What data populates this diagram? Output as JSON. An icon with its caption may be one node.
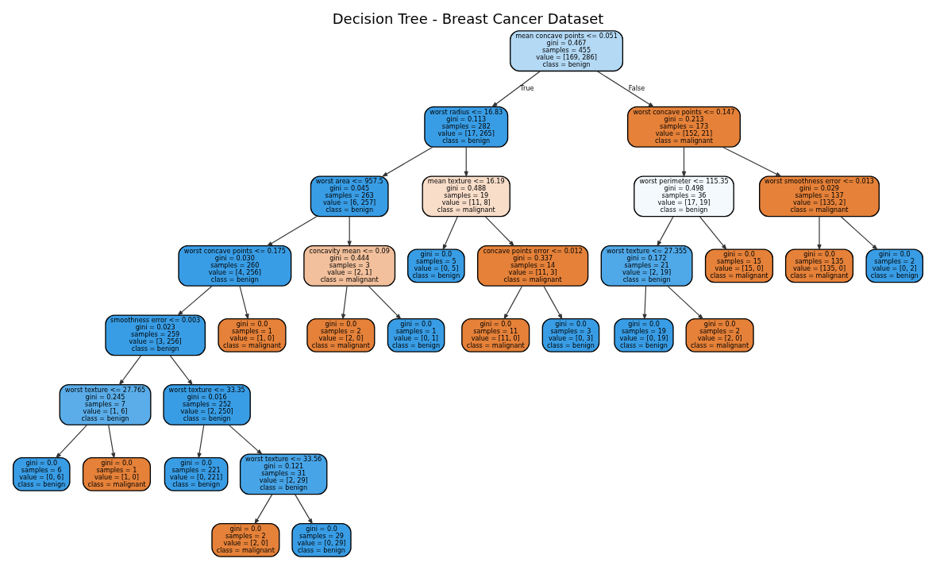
{
  "diagram": {
    "title": "Decision Tree - Breast Cancer Dataset",
    "nodes": [
      {
        "text": [
          "mean concave points <= 0.051",
          "gini = 0.467",
          "samples = 455",
          "value = [169, 286]",
          "class = benign"
        ]
      },
      {
        "text": [
          "worst radius <= 16.83",
          "gini = 0.113",
          "samples = 282",
          "value = [17, 265]",
          "class = benign"
        ]
      },
      {
        "text": [
          "worst concave points <= 0.147",
          "gini = 0.213",
          "samples = 173",
          "value = [152, 21]",
          "class = malignant"
        ]
      },
      {
        "text": [
          "worst area <= 957.5",
          "gini = 0.045",
          "samples = 263",
          "value = [6, 257]",
          "class = benign"
        ]
      },
      {
        "text": [
          "mean texture <= 16.19",
          "gini = 0.488",
          "samples = 19",
          "value = [11, 8]",
          "class = malignant"
        ]
      },
      {
        "text": [
          "worst perimeter <= 115.35",
          "gini = 0.498",
          "samples = 36",
          "value = [17, 19]",
          "class = benign"
        ]
      },
      {
        "text": [
          "worst smoothness error <= 0.013",
          "gini = 0.029",
          "samples = 137",
          "value = [135, 2]",
          "class = malignant"
        ]
      },
      {
        "text": [
          "worst concave points <= 0.175",
          "gini = 0.030",
          "samples = 260",
          "value = [4, 256]",
          "class = benign"
        ]
      },
      {
        "text": [
          "concavity mean <= 0.09",
          "gini = 0.444",
          "samples = 3",
          "value = [2, 1]",
          "class = malignant"
        ]
      },
      {
        "text": [
          "gini = 0.0",
          "samples = 5",
          "value = [0, 5]",
          "class = benign"
        ]
      },
      {
        "text": [
          "concave points error <= 0.012",
          "gini = 0.337",
          "samples = 14",
          "value = [11, 3]",
          "class = malignant"
        ]
      },
      {
        "text": [
          "worst texture <= 27.355",
          "gini = 0.172",
          "samples = 21",
          "value = [2, 19]",
          "class = benign"
        ]
      },
      {
        "text": [
          "gini = 0.0",
          "samples = 15",
          "value = [15, 0]",
          "class = malignant"
        ]
      },
      {
        "text": [
          "gini = 0.0",
          "samples = 135",
          "value = [135, 0]",
          "class = malignant"
        ]
      },
      {
        "text": [
          "gini = 0.0",
          "samples = 2",
          "value = [0, 2]",
          "class = benign"
        ]
      },
      {
        "text": [
          "smoothness error <= 0.003",
          "gini = 0.023",
          "samples = 259",
          "value = [3, 256]",
          "class = benign"
        ]
      },
      {
        "text": [
          "gini = 0.0",
          "samples = 1",
          "value = [1, 0]",
          "class = malignant"
        ]
      },
      {
        "text": [
          "gini = 0.0",
          "samples = 2",
          "value = [2, 0]",
          "class = malignant"
        ]
      },
      {
        "text": [
          "gini = 0.0",
          "samples = 1",
          "value = [0, 1]",
          "class = benign"
        ]
      },
      {
        "text": [
          "gini = 0.0",
          "samples = 11",
          "value = [11, 0]",
          "class = malignant"
        ]
      },
      {
        "text": [
          "gini = 0.0",
          "samples = 3",
          "value = [0, 3]",
          "class = benign"
        ]
      },
      {
        "text": [
          "gini = 0.0",
          "samples = 19",
          "value = [0, 19]",
          "class = benign"
        ]
      },
      {
        "text": [
          "gini = 0.0",
          "samples = 2",
          "value = [2, 0]",
          "class = malignant"
        ]
      },
      {
        "text": [
          "worst texture <= 27.765",
          "gini = 0.245",
          "samples = 7",
          "value = [1, 6]",
          "class = benign"
        ]
      },
      {
        "text": [
          "worst texture <= 33.35",
          "gini = 0.016",
          "samples = 252",
          "value = [2, 250]",
          "class = benign"
        ]
      },
      {
        "text": [
          "gini = 0.0",
          "samples = 6",
          "value = [0, 6]",
          "class = benign"
        ]
      },
      {
        "text": [
          "gini = 0.0",
          "samples = 1",
          "value = [1, 0]",
          "class = malignant"
        ]
      },
      {
        "text": [
          "gini = 0.0",
          "samples = 221",
          "value = [0, 221]",
          "class = benign"
        ]
      },
      {
        "text": [
          "worst texture <= 33.56",
          "gini = 0.121",
          "samples = 31",
          "value = [2, 29]",
          "class = benign"
        ]
      },
      {
        "text": [
          "gini = 0.0",
          "samples = 2",
          "value = [2, 0]",
          "class = malignant"
        ]
      },
      {
        "text": [
          "gini = 0.0",
          "samples = 29",
          "value = [0, 29]",
          "class = benign"
        ]
      }
    ],
    "edges": [
      {
        "from": 0,
        "to": 1,
        "arrow": "to",
        "label": "True"
      },
      {
        "from": 0,
        "to": 2,
        "arrow": "to",
        "label": "False"
      },
      {
        "from": 1,
        "to": 3,
        "arrow": "to"
      },
      {
        "from": 1,
        "to": 4,
        "arrow": "to"
      },
      {
        "from": 2,
        "to": 5,
        "arrow": "to"
      },
      {
        "from": 2,
        "to": 6,
        "arrow": "to"
      },
      {
        "from": 3,
        "to": 7,
        "arrow": "to"
      },
      {
        "from": 3,
        "to": 8,
        "arrow": "to"
      },
      {
        "from": 4,
        "to": 9,
        "arrow": "to"
      },
      {
        "from": 4,
        "to": 10,
        "arrow": "to"
      },
      {
        "from": 5,
        "to": 11,
        "arrow": "to"
      },
      {
        "from": 5,
        "to": 12,
        "arrow": "to"
      },
      {
        "from": 6,
        "to": 13,
        "arrow": "to"
      },
      {
        "from": 6,
        "to": 14,
        "arrow": "to"
      },
      {
        "from": 7,
        "to": 15,
        "arrow": "to"
      },
      {
        "from": 7,
        "to": 16,
        "arrow": "to"
      },
      {
        "from": 8,
        "to": 17,
        "arrow": "to"
      },
      {
        "from": 8,
        "to": 18,
        "arrow": "to"
      },
      {
        "from": 10,
        "to": 19,
        "arrow": "to"
      },
      {
        "from": 10,
        "to": 20,
        "arrow": "to"
      },
      {
        "from": 11,
        "to": 21,
        "arrow": "to"
      },
      {
        "from": 11,
        "to": 22,
        "arrow": "to"
      },
      {
        "from": 15,
        "to": 23,
        "arrow": "to"
      },
      {
        "from": 15,
        "to": 24,
        "arrow": "to"
      },
      {
        "from": 23,
        "to": 25,
        "arrow": "to"
      },
      {
        "from": 23,
        "to": 26,
        "arrow": "to"
      },
      {
        "from": 24,
        "to": 27,
        "arrow": "to"
      },
      {
        "from": 24,
        "to": 28,
        "arrow": "to"
      },
      {
        "from": 28,
        "to": 29,
        "arrow": "to"
      },
      {
        "from": 28,
        "to": 30,
        "arrow": "to"
      }
    ]
  }
}
